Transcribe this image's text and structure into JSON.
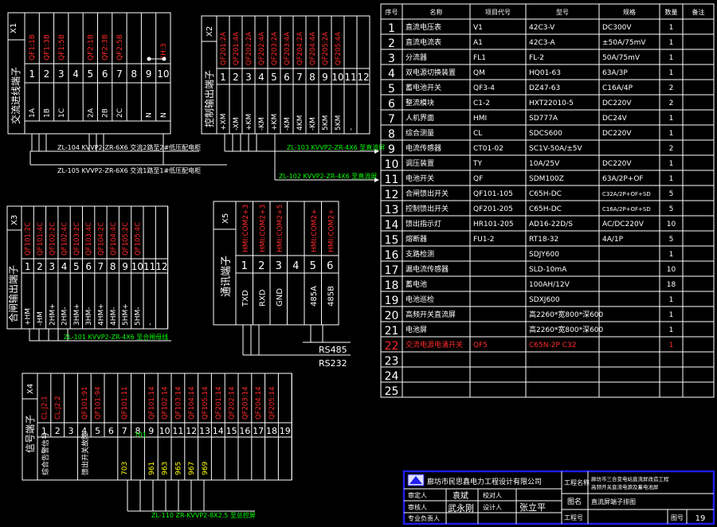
{
  "x1": {
    "designation": "X1",
    "title": "交流进线端子",
    "top": [
      "QF1:1B",
      "QF1:3B",
      "QF1:5B",
      "",
      "QF2:1B",
      "QF2:3B",
      "QF2:5B",
      "",
      "",
      "XH:3"
    ],
    "nums": [
      "1",
      "2",
      "3",
      "4",
      "5",
      "6",
      "7",
      "8",
      "9",
      "10"
    ],
    "bottom": [
      "1A",
      "1B",
      "1C",
      "",
      "2A",
      "2B",
      "2C",
      "",
      "N",
      "N"
    ],
    "cables": [
      "ZL-104 KVVP2-ZR-6X6 交流2路至2#低压配电柜",
      "ZL-105 KVVP2-ZR-6X6 交流1路至1#低压配电柜"
    ]
  },
  "x2": {
    "designation": "X2",
    "title": "控制输出端子",
    "top": [
      "QF201:2A",
      "QF201:4A",
      "QF202:2A",
      "QF202:4A",
      "QF203:2A",
      "QF203:4A",
      "QF204:2A",
      "QF204:4A",
      "QF205:2A",
      "QF205:4A",
      "",
      ""
    ],
    "nums": [
      "1",
      "2",
      "3",
      "4",
      "5",
      "6",
      "7",
      "8",
      "9",
      "10",
      "11",
      "12"
    ],
    "bottom": [
      "+XM",
      "-XM",
      "+KM",
      "-KM",
      "+KM",
      "-KM",
      "4KM",
      "-KM",
      "5KM",
      "5KM",
      "-",
      ""
    ],
    "cables": [
      "ZL-103 KVVP2-ZR-4X6 至直流屏",
      "ZL-102 KVVP2-ZR-4X6 至直流屏"
    ]
  },
  "x3": {
    "designation": "X3",
    "title": "合闸输出端子",
    "top": [
      "QF101:2C",
      "QF101:4C",
      "QF102:2C",
      "QF102:4C",
      "QF103:2C",
      "QF103:4C",
      "QF104:2C",
      "QF104:4C",
      "QF105:2C",
      "QF105:4C",
      "",
      ""
    ],
    "nums": [
      "1",
      "2",
      "3",
      "4",
      "5",
      "6",
      "7",
      "8",
      "9",
      "10",
      "11",
      "12"
    ],
    "bottom": [
      "+HM",
      "-HM",
      "2HM+",
      "2HM-",
      "3HM+",
      "3HM-",
      "4HM+",
      "4HM-",
      "5HM+",
      "5HM-",
      "-",
      ""
    ],
    "cable": "ZL-101 KVVP2-ZR-4X6 至合闸母线"
  },
  "x5": {
    "designation": "X5",
    "title": "通讯端子",
    "top": [
      "HMI:COM2+3",
      "HMI:COM2+3",
      "HMI:COM2+5",
      "HMI:COM2+",
      "HMI:COM2+"
    ],
    "nums": [
      "1",
      "2",
      "3",
      "4",
      "5",
      "6"
    ],
    "bottom": [
      "TXD",
      "RXD",
      "GND",
      "",
      "485A",
      "485B"
    ],
    "rs485": "RS485",
    "rs232": "RS232"
  },
  "x4": {
    "designation": "X4",
    "title": "信号端子",
    "top": [
      "CL:J2:1",
      "CL:J2:2",
      "",
      "QF101:91",
      "QF101:94",
      "",
      "QF101:11",
      "",
      "QF101:14",
      "QF102:14",
      "QF103:14",
      "QF104:14",
      "QF105:14",
      "QF201:14",
      "QF202:14",
      "QF203:14",
      "QF204:14",
      "QF205:14",
      ""
    ],
    "nums": [
      "1",
      "2",
      "3",
      "4",
      "5",
      "6",
      "7",
      "8",
      "9",
      "10",
      "11",
      "12",
      "13",
      "14",
      "15",
      "16",
      "17",
      "18",
      "19"
    ],
    "group_left": "综合告警信号",
    "group_right": "馈出开关故障",
    "wire_nums": [
      "703",
      "961",
      "963",
      "965",
      "967",
      "969"
    ],
    "marker": "701",
    "cable": "ZL-110 ZR-KVVP2-8X2.5 至总控屏"
  },
  "table": {
    "headers": [
      "序号",
      "名称",
      "项目代号",
      "型号",
      "规格",
      "数量",
      "备注"
    ],
    "rows": [
      [
        "1",
        "直流电压表",
        "V1",
        "42C3-V",
        "DC300V",
        "1",
        ""
      ],
      [
        "2",
        "直流电流表",
        "A1",
        "42C3-A",
        "±50A/75mV",
        "1",
        ""
      ],
      [
        "3",
        "分流器",
        "FL1",
        "FL-2",
        "50A/75mV",
        "1",
        ""
      ],
      [
        "4",
        "双电源切换装置",
        "QM",
        "HQ01-63",
        "63A/3P",
        "1",
        ""
      ],
      [
        "5",
        "蓄电池开关",
        "QF3-4",
        "DZ47-63",
        "C16A/4P",
        "2",
        ""
      ],
      [
        "6",
        "整流模块",
        "C1-2",
        "HXT22010-5",
        "DC220V",
        "2",
        ""
      ],
      [
        "7",
        "人机界面",
        "HMI",
        "SD777A",
        "DC24V",
        "1",
        ""
      ],
      [
        "8",
        "综合测量",
        "CL",
        "SDCS600",
        "DC220V",
        "1",
        ""
      ],
      [
        "9",
        "电流传感器",
        "CT01-02",
        "SC1V-50A/±5V",
        "",
        "2",
        ""
      ],
      [
        "10",
        "调压装置",
        "TY",
        "10A/25V",
        "DC220V",
        "1",
        ""
      ],
      [
        "11",
        "电池开关",
        "QF",
        "SDM100Z",
        "63A/2P+OF",
        "1",
        ""
      ],
      [
        "12",
        "合闸馈出开关",
        "QF101-105",
        "C65H-DC",
        "C32A/2P+OF+SD",
        "5",
        ""
      ],
      [
        "13",
        "控制馈出开关",
        "QF201-205",
        "C65H-DC",
        "C16A/2P+OF+SD",
        "5",
        ""
      ],
      [
        "14",
        "馈出指示灯",
        "HR101-205",
        "AD16-22D/S",
        "AC/DC220V",
        "10",
        ""
      ],
      [
        "15",
        "熔断器",
        "FU1-2",
        "RT18-32",
        "4A/1P",
        "5",
        ""
      ],
      [
        "16",
        "支路检测",
        "",
        "SDJY600",
        "",
        "1",
        ""
      ],
      [
        "17",
        "漏电流传感器",
        "",
        "SLD-10mA",
        "",
        "10",
        ""
      ],
      [
        "18",
        "蓄电池",
        "",
        "100AH/12V",
        "",
        "18",
        ""
      ],
      [
        "19",
        "电池巡检",
        "",
        "SDXJ600",
        "",
        "1",
        ""
      ],
      [
        "20",
        "高频开关直流屏",
        "",
        "高2260*宽800*深600",
        "",
        "1",
        ""
      ],
      [
        "21",
        "电池屏",
        "",
        "高2260*宽800*深600",
        "",
        "1",
        ""
      ],
      [
        "22",
        "交流电源电涌开关",
        "QF5",
        "C65N-2P C32",
        "",
        "1",
        ""
      ],
      [
        "23",
        "",
        "",
        "",
        "",
        "",
        ""
      ],
      [
        "24",
        "",
        "",
        "",
        "",
        "",
        ""
      ],
      [
        "25",
        "",
        "",
        "",
        "",
        "",
        ""
      ]
    ]
  },
  "title_block": {
    "company": "廊坊市民思鑫电力工程设计有限公司",
    "project_label": "工程名称",
    "project_name_1": "廊坊市三合变电站直流屏改造工程",
    "project_name_2": "高频开关直流电源及蓄电池屏",
    "review_label": "审定人",
    "review_sig": "袁斌",
    "check_label": "校对人",
    "audit_label": "审核人",
    "audit_sig": "武永刚",
    "design_label": "设计人",
    "design_sig": "张立平",
    "approve_label": "专业负责人",
    "drawing_label": "图名",
    "drawing_name": "直流屏端子排图",
    "number_label": "工程号",
    "sheet_label": "图号",
    "sheet_no": "19"
  },
  "colors": {
    "terminal_label": "#ff2a2a",
    "cable": "#00ff00",
    "wire_number": "#ffff00",
    "title_block_border": "#1e1ef0",
    "wire": "#00ffff",
    "line": "#ffffff"
  }
}
